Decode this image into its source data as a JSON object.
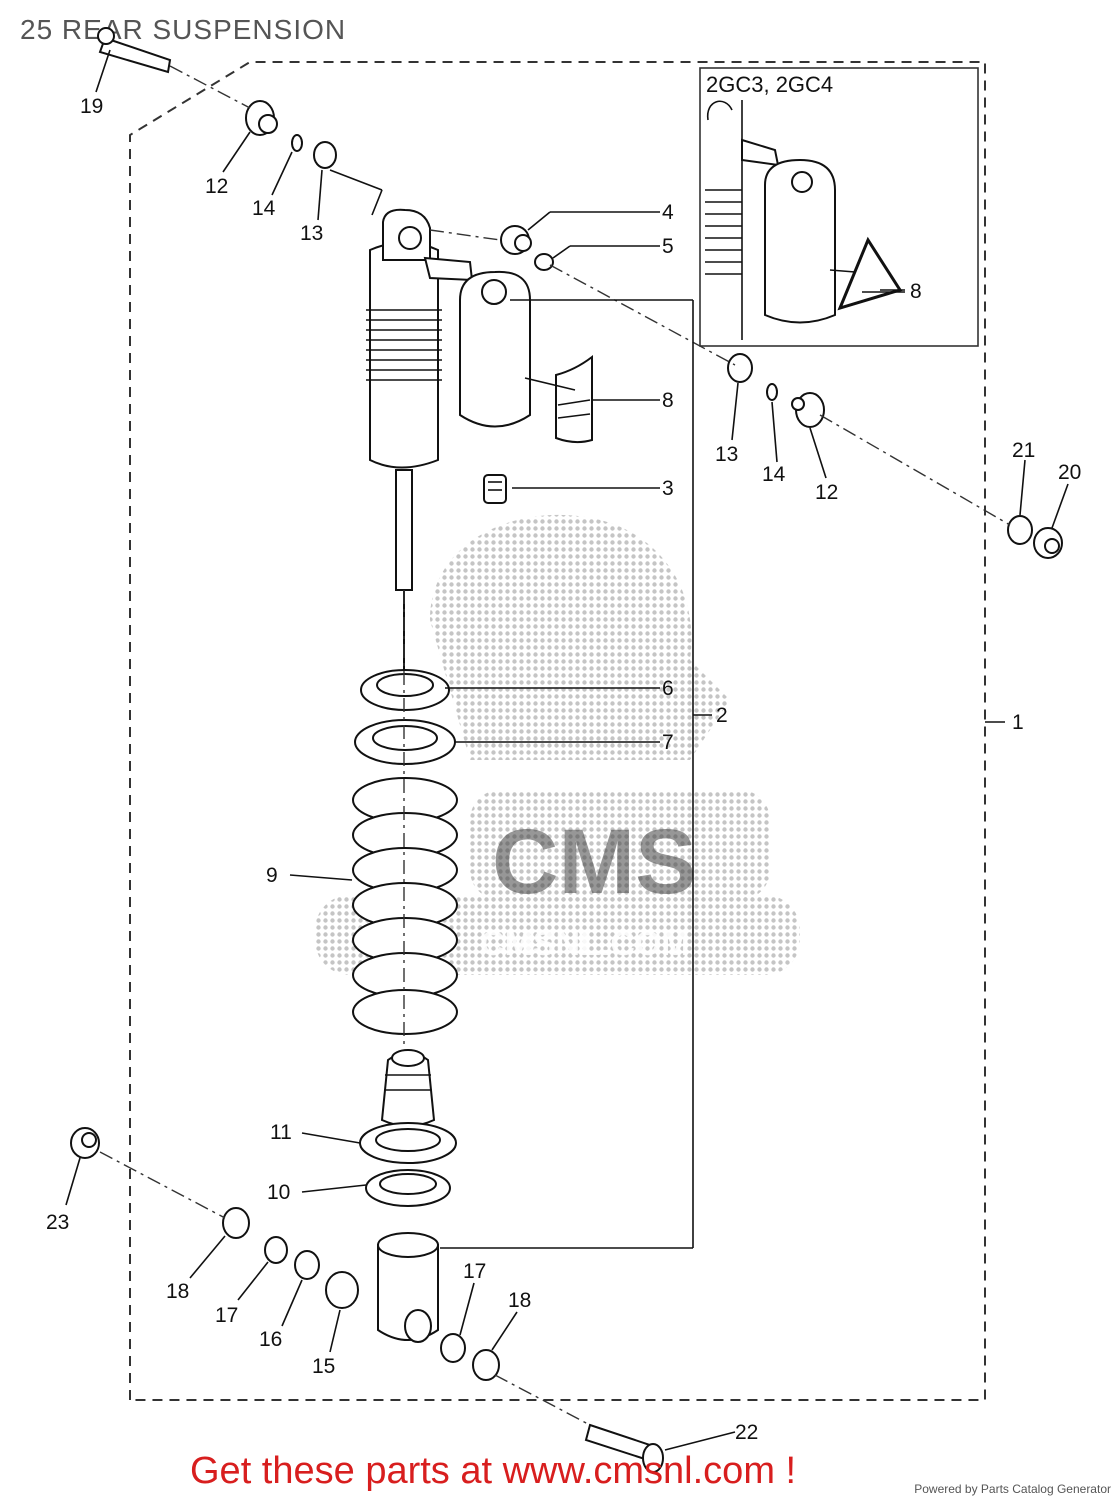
{
  "title": "25 REAR SUSPENSION",
  "inset": {
    "title": "2GC3, 2GC4",
    "callout": "8"
  },
  "callouts": {
    "c1": "1",
    "c2": "2",
    "c3": "3",
    "c4": "4",
    "c5": "5",
    "c6": "6",
    "c7": "7",
    "c8": "8",
    "c9": "9",
    "c10": "10",
    "c11": "11",
    "c12a": "12",
    "c12b": "12",
    "c13a": "13",
    "c13b": "13",
    "c14a": "14",
    "c14b": "14",
    "c15": "15",
    "c16": "16",
    "c17a": "17",
    "c17b": "17",
    "c18a": "18",
    "c18b": "18",
    "c19": "19",
    "c20": "20",
    "c21": "21",
    "c22": "22",
    "c23": "23"
  },
  "watermark": {
    "logo_text": "CMS",
    "sub_text": "CMSNL.COM"
  },
  "footer": {
    "cta": "Get these parts at www.cmsnl.com !",
    "powered_by": "Powered by Parts Catalog Generator"
  }
}
